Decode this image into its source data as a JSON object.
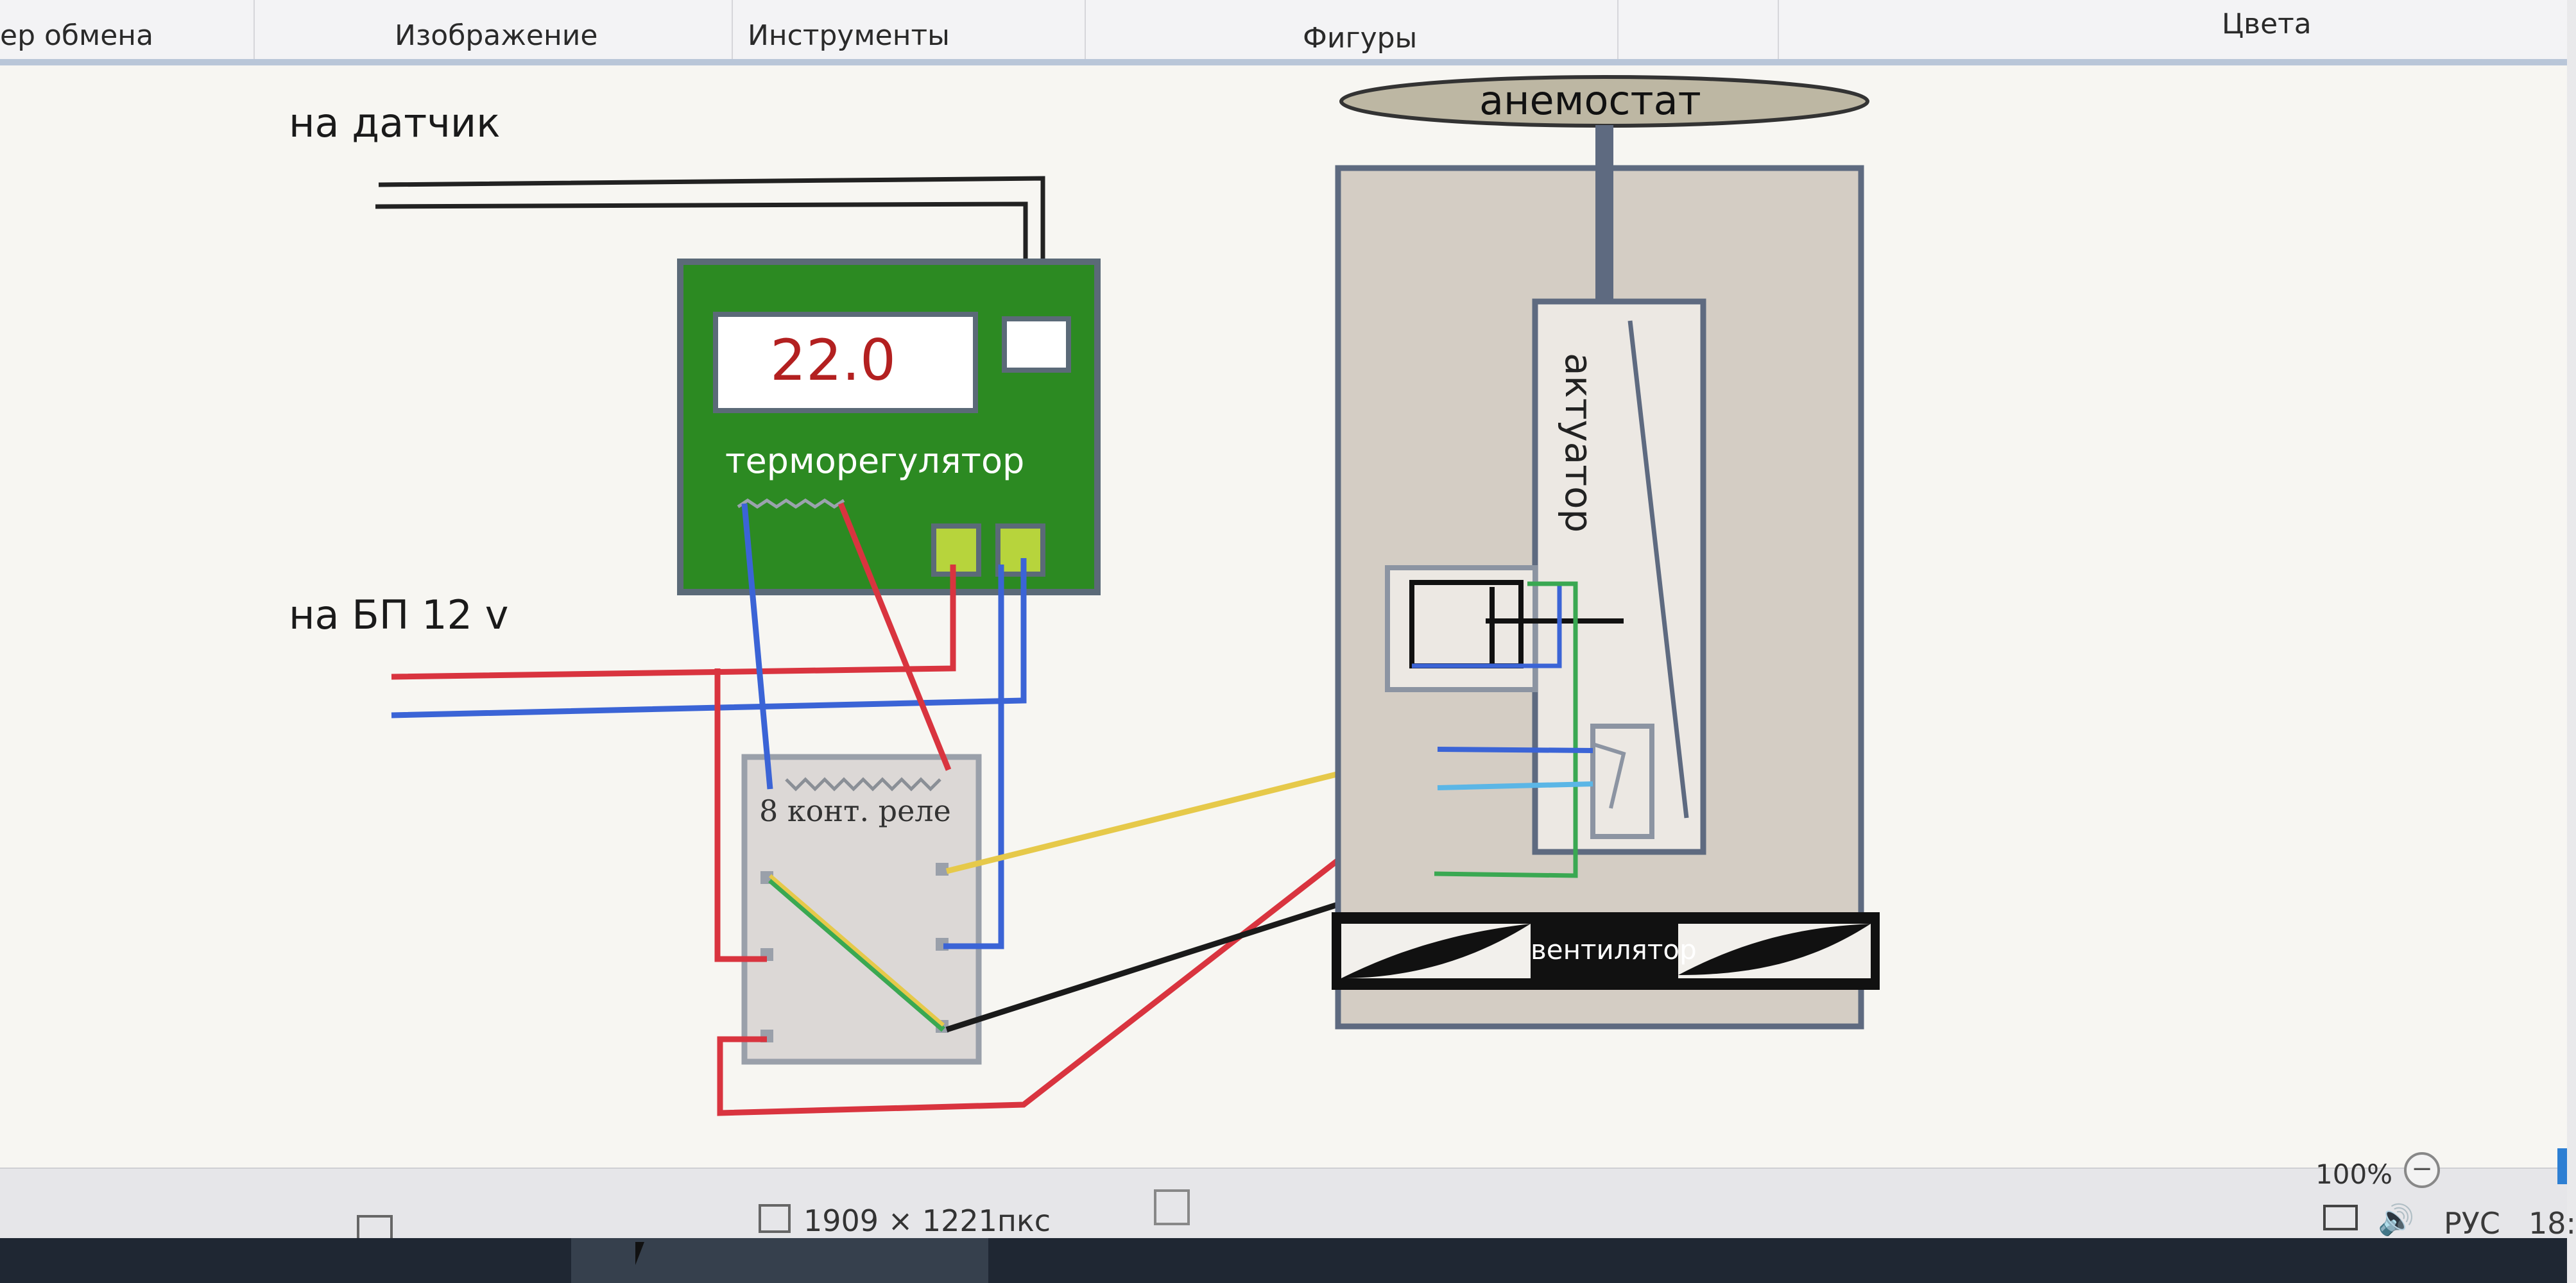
{
  "ribbon": {
    "clipboard": "ер обмена",
    "image": "Изображение",
    "tools": "Инструменты",
    "shapes": "Фигуры",
    "colors": "Цвета"
  },
  "diagram": {
    "sensor_label": "на датчик",
    "power_label": "на БП 12 v",
    "display_value": "22.0",
    "thermostat_label": "терморегулятор",
    "relay_label": "8 конт. реле",
    "anemostat_label": "анемостат",
    "actuator_label": "актуатор",
    "fan_label": "вентилятор"
  },
  "status": {
    "dimensions": "1909 × 1221пкс",
    "zoom": "100%"
  },
  "tray": {
    "lang": "РУС",
    "clock": "18:"
  },
  "colors": {
    "thermostat_green": "#2c8a22",
    "wire_red": "#d9343f",
    "wire_blue": "#3b64d6",
    "wire_yellow": "#e6c94a",
    "wire_green": "#3aa852",
    "wire_cyan": "#5bb6e6",
    "display_text": "#b32020"
  }
}
